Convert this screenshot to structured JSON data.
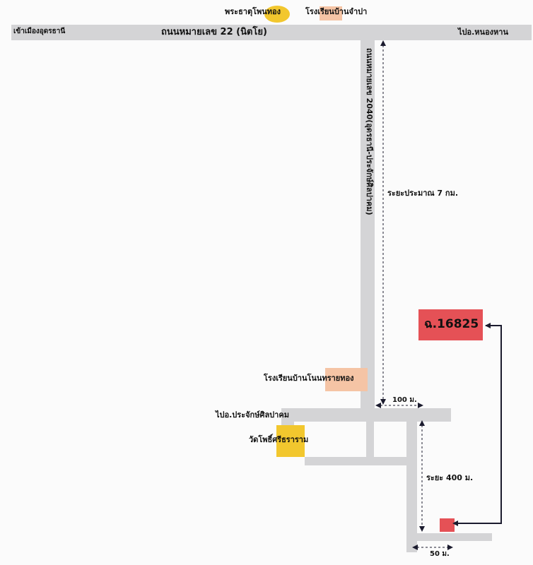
{
  "colors": {
    "road": "#d4d4d6",
    "temple": "#f2c72e",
    "school": "#f5c4a5",
    "parcel": "#e55156",
    "arrow": "#1b1b2e"
  },
  "top_markers": {
    "temple": "พระธาตุโพนทอง",
    "school": "โรงเรียนบ้านจำปา"
  },
  "main_road": {
    "left_destination": "เข้าเมืองอุดรธานี",
    "name": "ถนนหมายเลข 22 (นิตโย)",
    "right_destination": "ไปอ.หนองหาน"
  },
  "vertical_road": {
    "name": "ถนนหมายเลข 2040(อุดรธานี-ประจักษ์ศิลปาคม)",
    "distance": "ระยะประมาณ  7 กม."
  },
  "school_lower": "โรงเรียนบ้านโนนทรายทอง",
  "branch_road": "ไปอ.ประจักษ์ศิลปาคม",
  "temple_lower": "วัดโพธิ์ศรีธราราม",
  "distances": {
    "d100": "100 ม.",
    "d400": "ระยะ 400 ม.",
    "d50": "50 ม."
  },
  "parcel": {
    "label": "ฉ.16825",
    "icon": "red-square"
  }
}
